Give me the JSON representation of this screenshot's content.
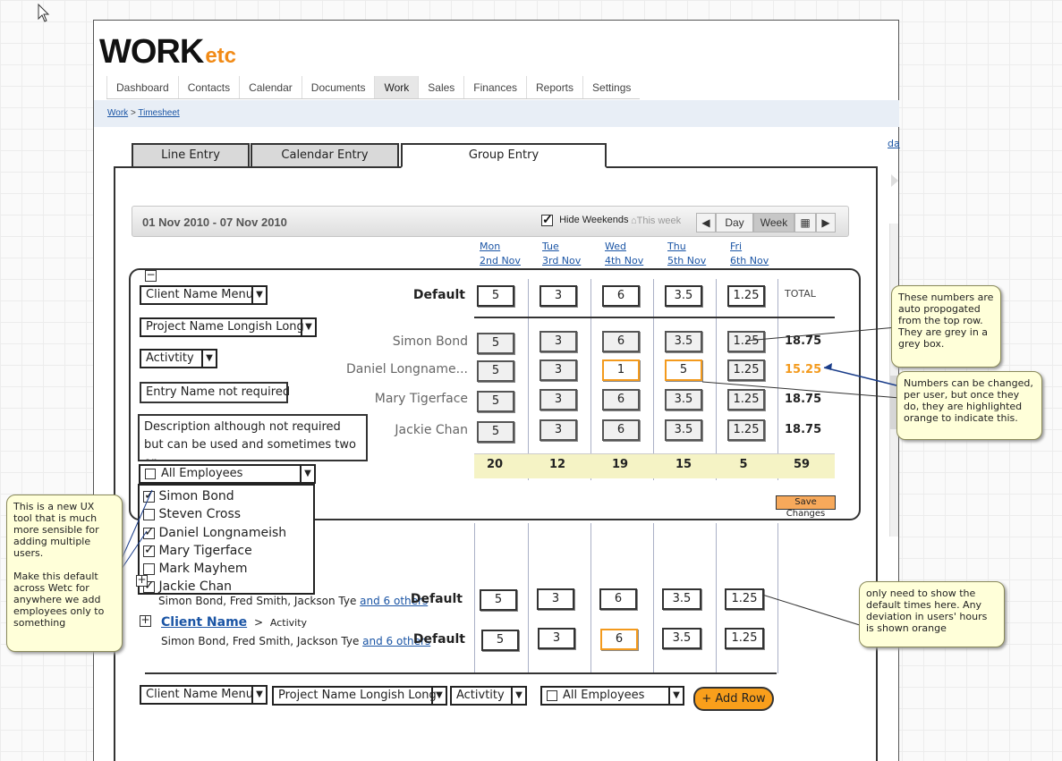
{
  "app": {
    "logo_main": "WORK",
    "logo_sub": "etc"
  },
  "nav": {
    "items": [
      "Dashboard",
      "Contacts",
      "Calendar",
      "Documents",
      "Work",
      "Sales",
      "Finances",
      "Reports",
      "Settings"
    ],
    "active": "Work"
  },
  "breadcrumb": {
    "parent": "Work",
    "separator": ">",
    "current": "Timesheet"
  },
  "tabs": {
    "line": "Line Entry",
    "calendar": "Calendar Entry",
    "group": "Group Entry"
  },
  "toolbar": {
    "date_range": "01 Nov 2010 - 07 Nov 2010",
    "hide_weekends": "Hide Weekends",
    "this_week": "This week",
    "day": "Day",
    "week": "Week",
    "edge_link": "da"
  },
  "days": [
    {
      "name": "Mon",
      "date": "2nd Nov"
    },
    {
      "name": "Tue",
      "date": "3rd Nov"
    },
    {
      "name": "Wed",
      "date": "4th Nov"
    },
    {
      "name": "Thu",
      "date": "5th Nov"
    },
    {
      "name": "Fri",
      "date": "6th Nov"
    }
  ],
  "group": {
    "client_menu": "Client Name Menu",
    "project_menu": "Project Name Longish Long",
    "activity_menu": "Activtity",
    "entry_name": "Entry Name not required",
    "description": "Description although not required but can be used and sometimes two or",
    "employees_select": "All Employees",
    "default_label": "Default",
    "total_label": "TOTAL",
    "defaults": [
      "5",
      "3",
      "6",
      "3.5",
      "1.25"
    ],
    "rows": [
      {
        "name": "Simon Bond",
        "values": [
          "5",
          "3",
          "6",
          "3.5",
          "1.25"
        ],
        "total": "18.75"
      },
      {
        "name": "Daniel Longname...",
        "values": [
          "5",
          "3",
          "1",
          "5",
          "1.25"
        ],
        "total": "15.25"
      },
      {
        "name": "Mary Tigerface",
        "values": [
          "5",
          "3",
          "6",
          "3.5",
          "1.25"
        ],
        "total": "18.75"
      },
      {
        "name": "Jackie Chan",
        "values": [
          "5",
          "3",
          "6",
          "3.5",
          "1.25"
        ],
        "total": "18.75"
      }
    ],
    "sums": [
      "20",
      "12",
      "19",
      "15",
      "5"
    ],
    "grand_total": "59",
    "save_label": "Save Changes"
  },
  "employee_list": [
    {
      "name": "Simon Bond",
      "checked": true
    },
    {
      "name": "Steven Cross",
      "checked": false
    },
    {
      "name": "Daniel Longnameish",
      "checked": true
    },
    {
      "name": "Mary Tigerface",
      "checked": true
    },
    {
      "name": "Mark Mayhem",
      "checked": false
    },
    {
      "name": "Jackie Chan",
      "checked": true
    }
  ],
  "entries": [
    {
      "people": "Simon Bond, Fred Smith, Jackson Tye",
      "others": "and 6 others",
      "default_label": "Default",
      "values": [
        "5",
        "3",
        "6",
        "3.5",
        "1.25"
      ]
    },
    {
      "client": "Client Name",
      "separator": ">",
      "activity": "Activity",
      "people": "Simon Bond, Fred Smith, Jackson Tye",
      "others": "and 6 others",
      "default_label": "Default",
      "values": [
        "5",
        "3",
        "6",
        "3.5",
        "1.25"
      ]
    }
  ],
  "bottom": {
    "client_menu": "Client Name Menu",
    "project_menu": "Project Name Longish Long",
    "activity_menu": "Activtity",
    "employees_select": "All Employees",
    "add_row": "+ Add Row"
  },
  "notes": {
    "auto": "These numbers are auto propogated from the top row. They are grey in a grey box.",
    "changed": "Numbers can be changed, per user, but once they do, they are highlighted orange to indicate this.",
    "defaults": "only need to show the default times here.  Any deviation in users' hours is shown orange",
    "ux_1": "This is a new UX tool that is much more sensible for adding multiple users.",
    "ux_2": "Make this default across Wetc for anywhere we add employees only to something"
  },
  "colors": {
    "accent_orange": "#f39a1d",
    "link_blue": "#1b55a5",
    "total_row": "#f5f3c5",
    "note_bg": "#ffffd9"
  }
}
